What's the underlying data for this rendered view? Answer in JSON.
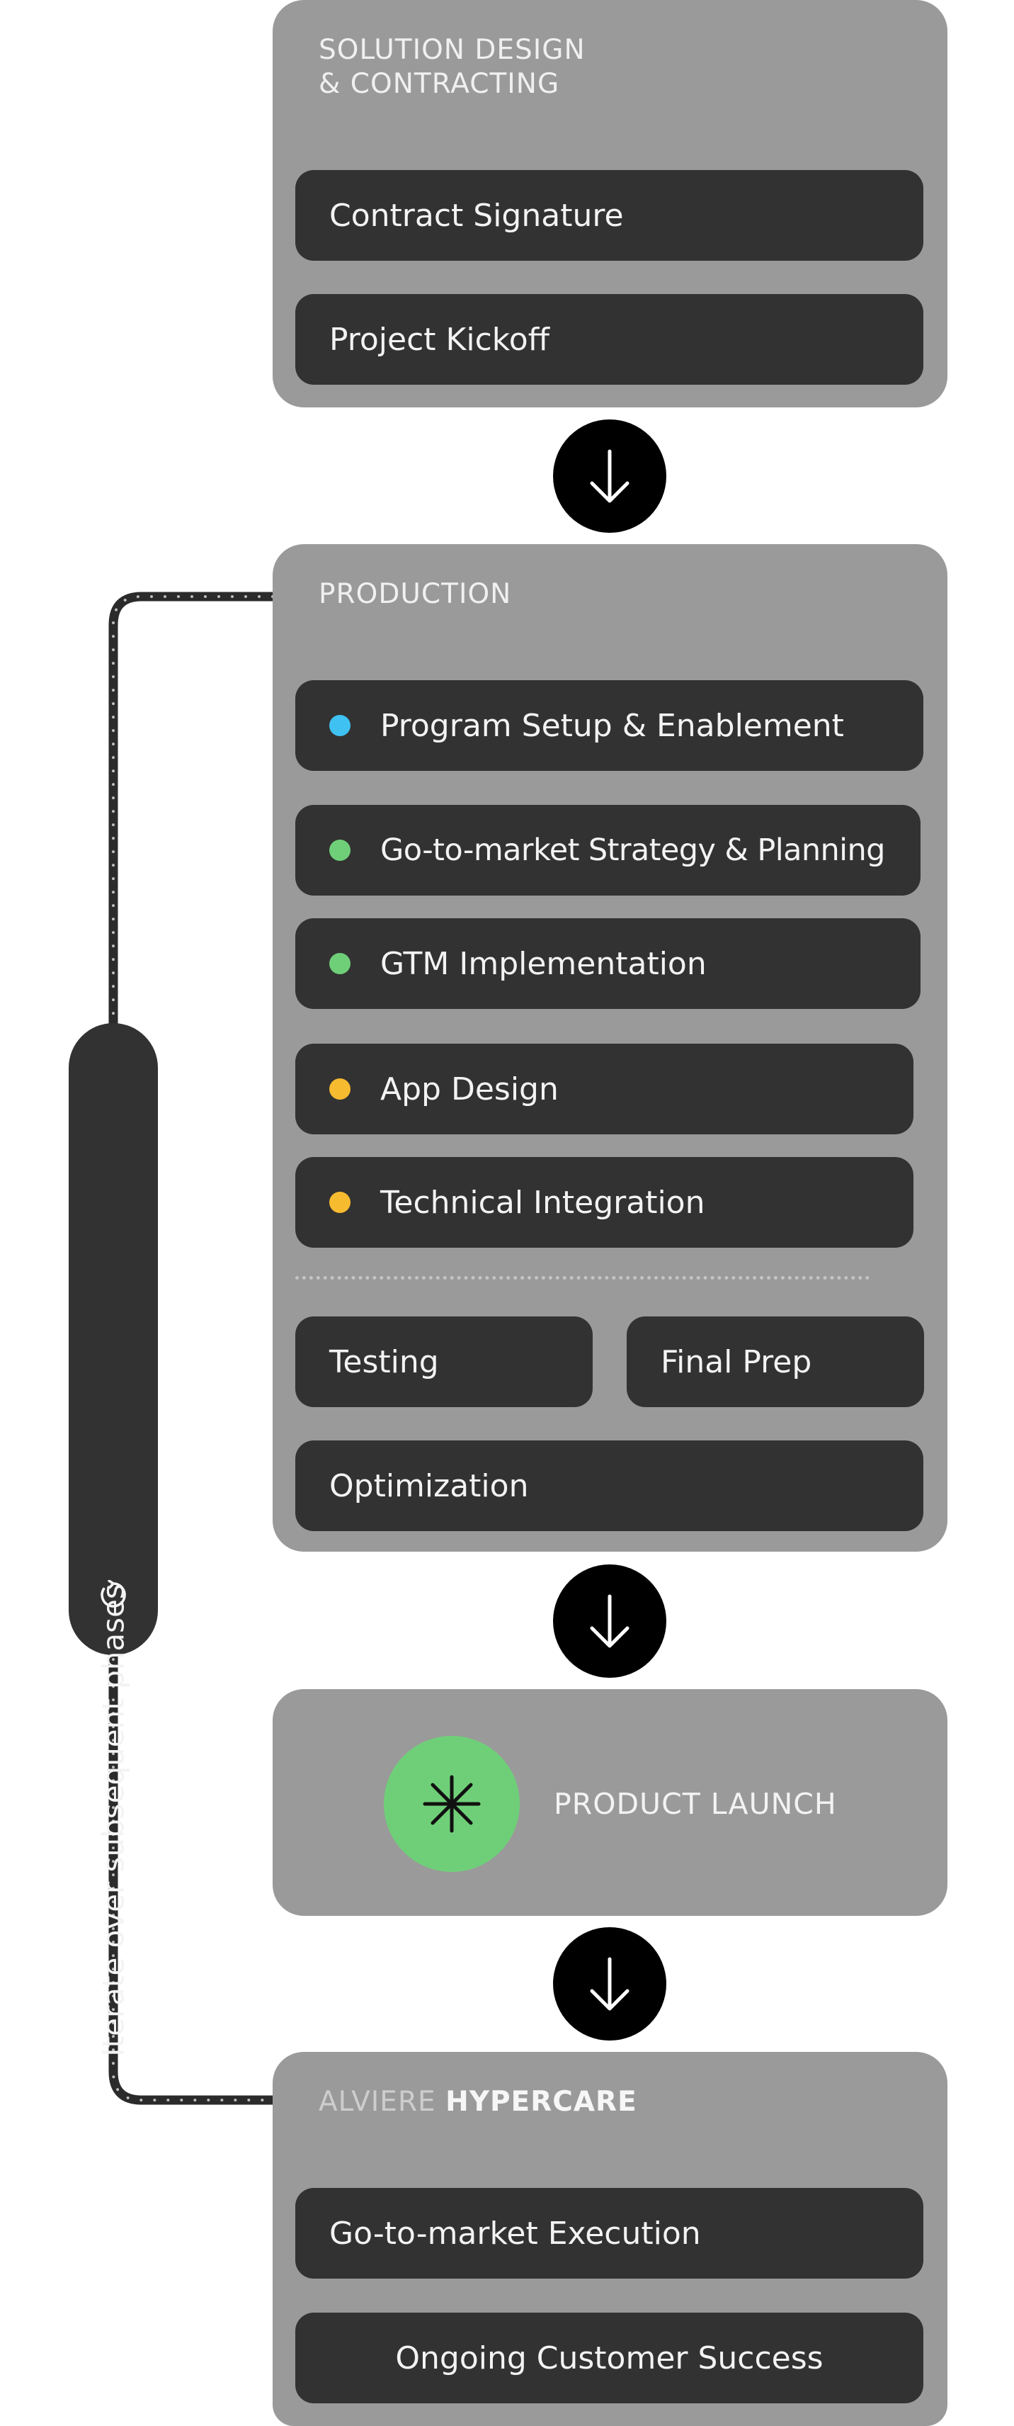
{
  "phases": {
    "solution": {
      "title_line1": "SOLUTION DESIGN",
      "title_line2": "& CONTRACTING",
      "items": [
        "Contract Signature",
        "Project Kickoff"
      ]
    },
    "production": {
      "title": "PRODUCTION",
      "items": [
        {
          "label": "Program Setup & Enablement",
          "dot_color": "#3fc2f2"
        },
        {
          "label": "Go-to-market Strategy & Planning",
          "dot_color": "#6fcf78"
        },
        {
          "label": "GTM Implementation",
          "dot_color": "#6fcf78"
        },
        {
          "label": "App Design",
          "dot_color": "#f7bb2f"
        },
        {
          "label": "Technical Integration",
          "dot_color": "#f7bb2f"
        }
      ],
      "after_items": [
        "Testing",
        "Final Prep",
        "Optimization"
      ]
    },
    "launch": {
      "label": "PRODUCT LAUNCH",
      "icon": "asterisk-icon",
      "icon_bg": "#6fcf78"
    },
    "hypercare": {
      "title_brand": "ALVIERE",
      "title_main": "HYPERCARE",
      "items": [
        "Go-to-market Execution",
        "Ongoing Customer Success"
      ]
    }
  },
  "loop": {
    "label": "Iterate over subsequent phases",
    "icon": "refresh-icon"
  },
  "arrows": {
    "icon": "arrow-down-icon"
  },
  "colors": {
    "panel": "#9a9a9a",
    "item": "#323232",
    "arrow_circle": "#000000",
    "page": "#ffffff"
  }
}
